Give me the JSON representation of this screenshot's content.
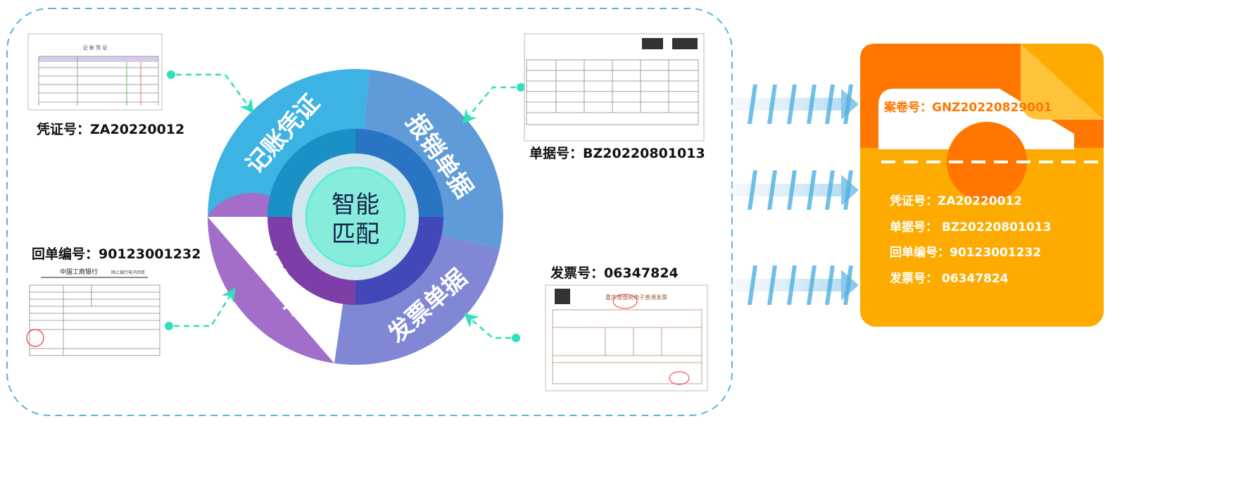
{
  "center": {
    "line1": "智能",
    "line2": "匹配"
  },
  "segments": [
    {
      "label": "记账凭证",
      "color": "#3db3e3",
      "inner": "#1a90c4"
    },
    {
      "label": "报销单据",
      "color": "#5e9bd8",
      "inner": "#2a74c4"
    },
    {
      "label": "发票单据",
      "color": "#8087d4",
      "inner": "#4348b8"
    },
    {
      "label": "银行回单",
      "color": "#a26ec9",
      "inner": "#7e3ea8"
    }
  ],
  "documents": {
    "voucher": {
      "caption": "凭证号：ZA20220012",
      "title": "记 账 凭 证"
    },
    "expense": {
      "caption": "单据号：BZ20220801013"
    },
    "bank": {
      "caption": "回单编号：90123001232",
      "title": "中国工商银行",
      "subtitle": "网上银行电子回单"
    },
    "invoice": {
      "caption": "发票号：06347824",
      "title": "重庆增值税电子普通发票"
    }
  },
  "archive": {
    "case_no": "案卷号：GNZ20220829001",
    "items": [
      "凭证号：ZA20220012",
      "单据号： BZ20220801013",
      "回单编号：90123001232",
      "发票号： 06347824"
    ]
  },
  "colors": {
    "border": "#5ab4dc",
    "connector": "#2fe0b8",
    "folder_body": "#fdab00",
    "folder_top": "#ff7700",
    "arrow": "#4fb0e0"
  }
}
